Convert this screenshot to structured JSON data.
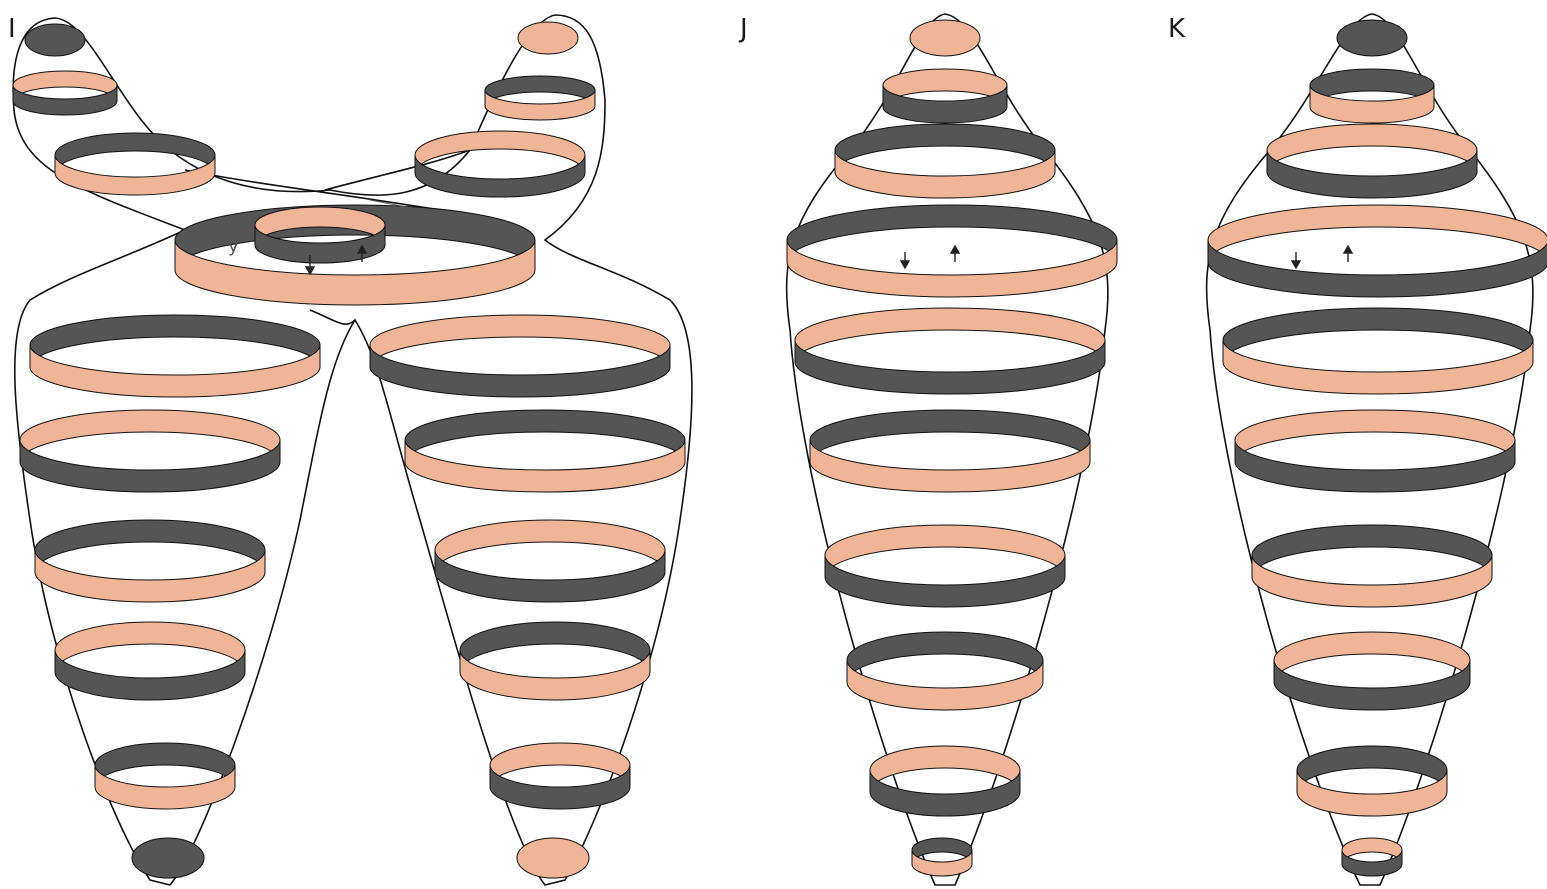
{
  "panels": [
    {
      "label": "I"
    },
    {
      "label": "J"
    },
    {
      "label": "K"
    }
  ],
  "point_labels": [
    "x",
    "y"
  ],
  "colors": {
    "band_light": "#f0b596",
    "band_dark": "#555555",
    "outline": "#111111",
    "background": "#ffffff"
  },
  "icons": [
    "down-arrow-icon",
    "up-arrow-icon"
  ]
}
